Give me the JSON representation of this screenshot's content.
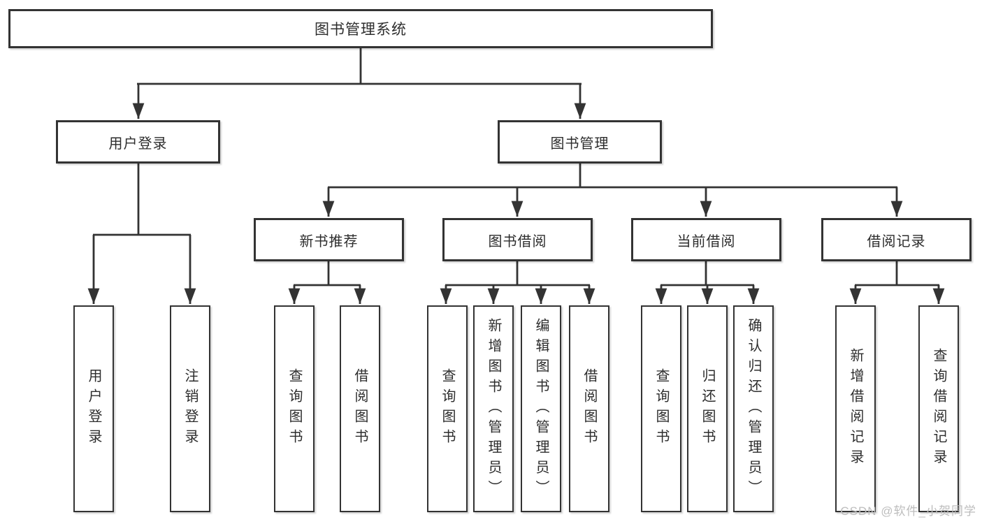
{
  "colors": {
    "background": "#ffffff",
    "box_fill": "#ffffff",
    "box_border": "#333333",
    "connector": "#333333",
    "text": "#2d2d2d",
    "watermark": "#bdbdbd"
  },
  "watermark": "CSDN @软件_小贺同学",
  "diagram": {
    "root": "图书管理系统",
    "branches": [
      {
        "label": "用户登录",
        "leaves": [
          "用户登录",
          "注销登录"
        ]
      },
      {
        "label": "图书管理",
        "groups": [
          {
            "label": "新书推荐",
            "leaves": [
              "查询图书",
              "借阅图书"
            ]
          },
          {
            "label": "图书借阅",
            "leaves": [
              "查询图书",
              "新增图书（管理员）",
              "编辑图书（管理员）",
              "借阅图书"
            ]
          },
          {
            "label": "当前借阅",
            "leaves": [
              "查询图书",
              "归还图书",
              "确认归还（管理员）"
            ]
          },
          {
            "label": "借阅记录",
            "leaves": [
              "新增借阅记录",
              "查询借阅记录"
            ]
          }
        ]
      }
    ]
  }
}
